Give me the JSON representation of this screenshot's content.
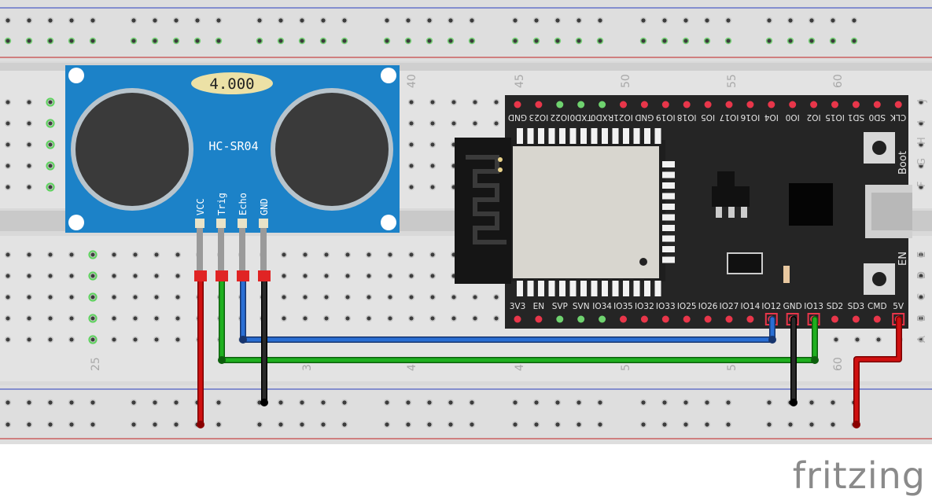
{
  "breadboard": {
    "column_numbers": [
      "40",
      "45",
      "50",
      "55",
      "60",
      "25",
      "3",
      "4",
      "4",
      "5",
      "5",
      "60"
    ],
    "row_letters": [
      "J",
      "I",
      "H",
      "G",
      "F",
      "E",
      "D",
      "C",
      "B",
      "A"
    ]
  },
  "sensor": {
    "name": "HC-SR04",
    "display": "4.000",
    "pins": [
      "VCC",
      "Trig",
      "Echo",
      "GND"
    ]
  },
  "esp32": {
    "top_pins": [
      "GND",
      "IO23",
      "IO22",
      "TXD0",
      "RXD0",
      "IO21",
      "GND",
      "IO19",
      "IO18",
      "IO5",
      "IO17",
      "IO16",
      "IO4",
      "IO0",
      "IO2",
      "IO15",
      "SD1",
      "SD0",
      "CLK"
    ],
    "bottom_pins": [
      "3V3",
      "EN",
      "SVP",
      "SVN",
      "IO34",
      "IO35",
      "IO32",
      "IO33",
      "IO25",
      "IO26",
      "IO27",
      "IO14",
      "IO12",
      "GND",
      "IO13",
      "SD2",
      "SD3",
      "CMD",
      "5V"
    ],
    "buttons": [
      "Boot",
      "EN"
    ]
  },
  "wires": [
    {
      "color": "#d01010",
      "from": "VCC",
      "to": "5V"
    },
    {
      "color": "#1f9e1f",
      "from": "Trig",
      "to": "IO13"
    },
    {
      "color": "#2a5fc4",
      "from": "Echo",
      "to": "IO12"
    },
    {
      "color": "#151515",
      "from": "GND",
      "to": "GND"
    }
  ],
  "branding": {
    "text": "fritzing"
  }
}
